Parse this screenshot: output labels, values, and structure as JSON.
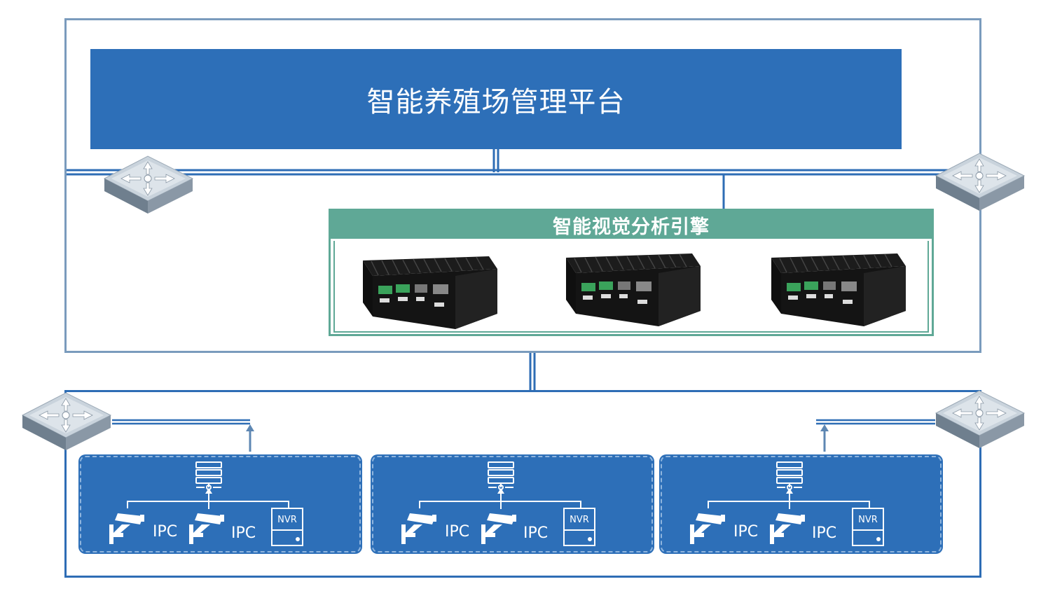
{
  "platform": {
    "title": "智能养殖场管理平台"
  },
  "engine": {
    "title": "智能视觉分析引擎"
  },
  "sites": [
    {
      "ipc_labels": [
        "IPC",
        "IPC"
      ],
      "nvr_label": "NVR"
    },
    {
      "ipc_labels": [
        "IPC",
        "IPC"
      ],
      "nvr_label": "NVR"
    },
    {
      "ipc_labels": [
        "IPC",
        "IPC"
      ],
      "nvr_label": "NVR"
    }
  ],
  "colors": {
    "platform_blue": "#2d6fb8",
    "engine_green": "#5fa896",
    "frame_gray_blue": "#7a9bbd"
  },
  "icons": [
    "network-switch-icon",
    "edge-computer-icon",
    "server-icon",
    "camera-icon",
    "nvr-icon"
  ]
}
